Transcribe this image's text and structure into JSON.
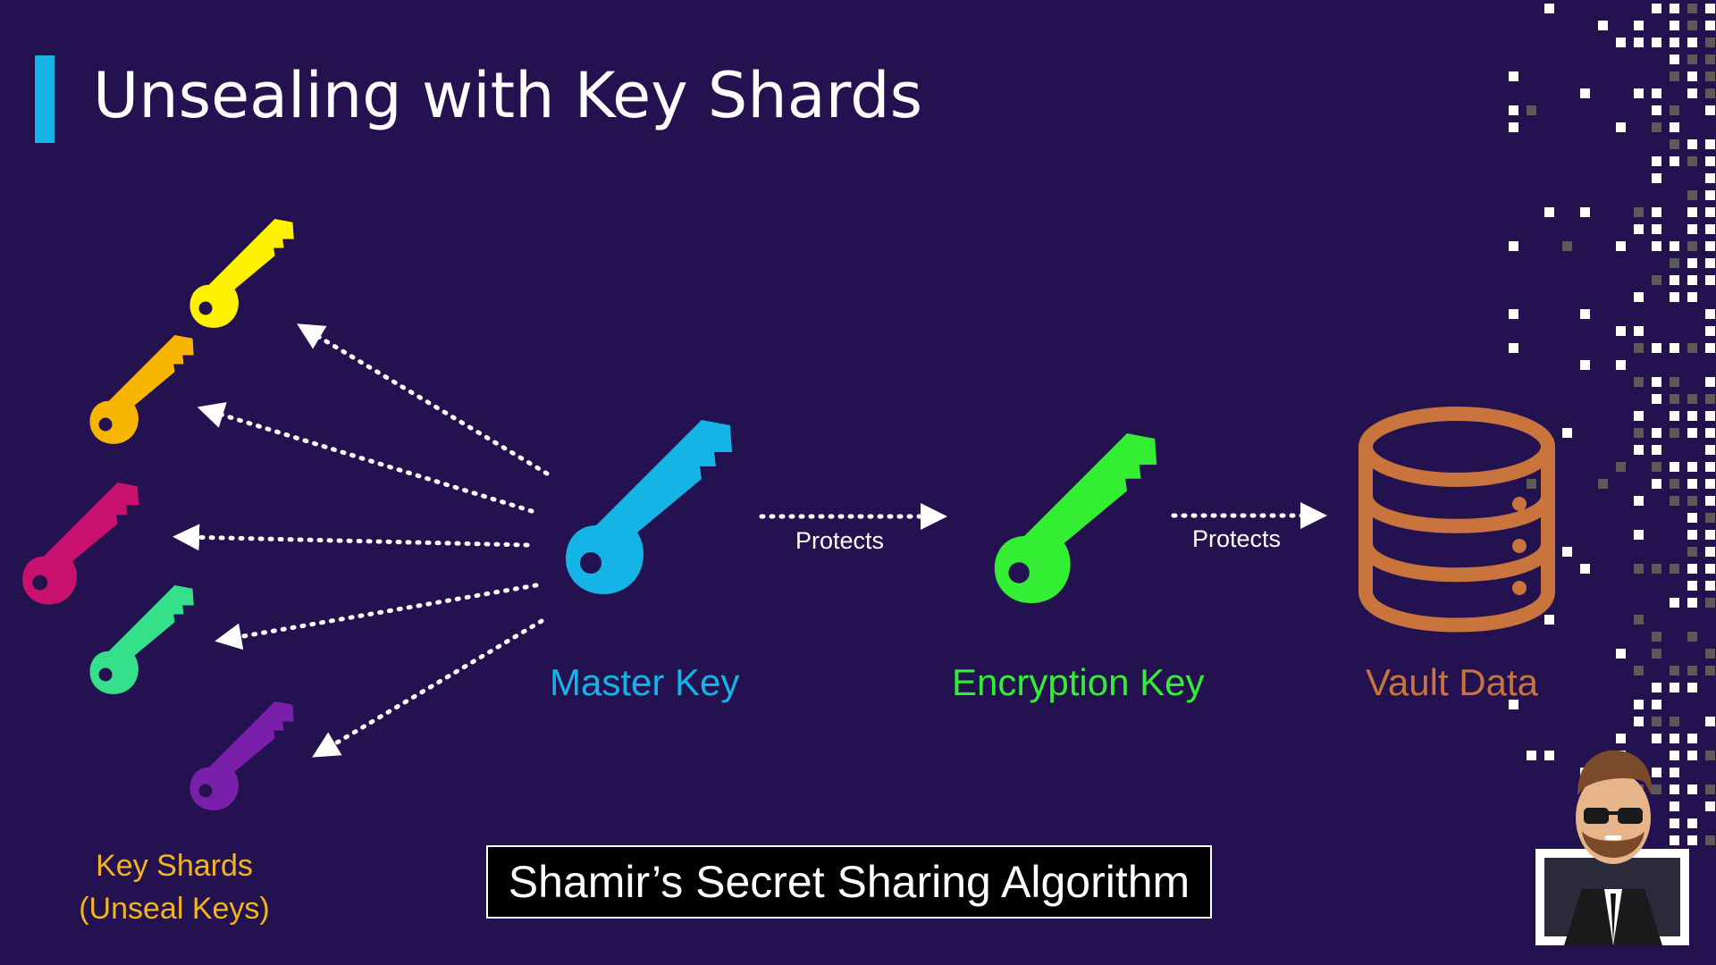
{
  "slide": {
    "title": "Unsealing with Key Shards",
    "banner": "Shamir’s Secret Sharing Algorithm"
  },
  "nodes": {
    "master_key": {
      "label": "Master Key",
      "color": "#14b4e6"
    },
    "encryption_key": {
      "label": "Encryption Key",
      "color": "#33ee33"
    },
    "vault_data": {
      "label": "Vault Data",
      "color": "#c8743c"
    },
    "key_shards": {
      "label_line1": "Key Shards",
      "label_line2": "(Unseal Keys)",
      "color": "#f2b51c"
    }
  },
  "edges": {
    "master_to_encryption": "Protects",
    "encryption_to_vault": "Protects"
  },
  "shards": [
    {
      "name": "yellow",
      "color": "#fff200"
    },
    {
      "name": "amber",
      "color": "#f7b500"
    },
    {
      "name": "magenta",
      "color": "#c8106e"
    },
    {
      "name": "green",
      "color": "#34e08a"
    },
    {
      "name": "purple",
      "color": "#7a1faa"
    }
  ],
  "colors": {
    "background": "#231150",
    "accent": "#14b4e6",
    "text": "#ffffff"
  },
  "icons": [
    "key-icon",
    "database-icon",
    "avatar-icon"
  ]
}
